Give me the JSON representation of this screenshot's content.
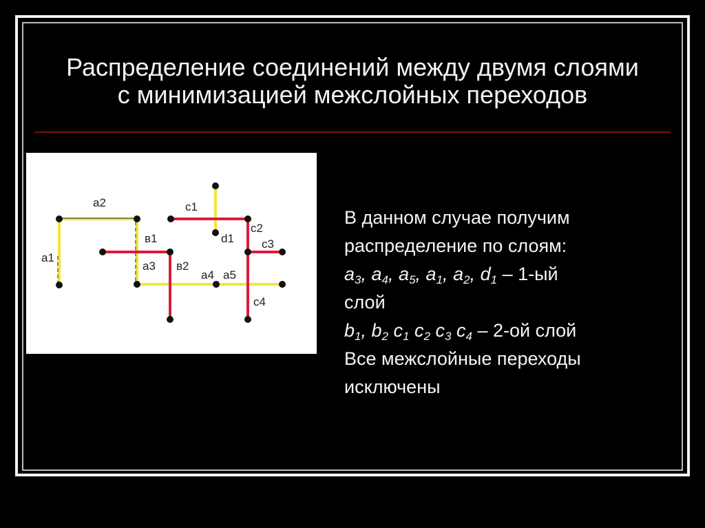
{
  "slide": {
    "title_line1": "Распределение соединений между двумя слоями",
    "title_line2": "с минимизацией межслойных переходов",
    "accent_rule_color": "#7a0e0e"
  },
  "diagram": {
    "colors": {
      "layer1": "#f2e63c",
      "layer2": "#d91d3a",
      "pin": "#111111",
      "background": "#ffffff"
    },
    "labels": {
      "a1": "a1",
      "a2": "a2",
      "a3": "a3",
      "a4": "a4",
      "a5": "a5",
      "b1": "в1",
      "b2": "в2",
      "c1": "c1",
      "c2": "c2",
      "c3": "c3",
      "c4": "c4",
      "d1": "d1"
    }
  },
  "text": {
    "line1": "В данном случае получим",
    "line2": "распределение по слоям:",
    "layer1_items": [
      {
        "base": "a",
        "sub": "3",
        "sep": ", "
      },
      {
        "base": "a",
        "sub": "4",
        "sep": ", "
      },
      {
        "base": "a",
        "sub": "5",
        "sep": ", "
      },
      {
        "base": "a",
        "sub": "1",
        "sep": ", "
      },
      {
        "base": "a",
        "sub": "2",
        "sep": ", "
      },
      {
        "base": "d",
        "sub": "1",
        "sep": ""
      }
    ],
    "layer1_suffix": " – 1-ый",
    "layer1_suffix2": "слой",
    "layer2_items": [
      {
        "base": "b",
        "sub": "1",
        "sep": ", "
      },
      {
        "base": "b",
        "sub": "2",
        "sep": " "
      },
      {
        "base": "c",
        "sub": "1",
        "sep": " "
      },
      {
        "base": "c",
        "sub": "2",
        "sep": " "
      },
      {
        "base": "c",
        "sub": "3",
        "sep": " "
      },
      {
        "base": "c",
        "sub": "4",
        "sep": ""
      }
    ],
    "layer2_suffix": " – 2-ой слой",
    "line_final1": "Все межслойные переходы",
    "line_final2": "исключены"
  }
}
